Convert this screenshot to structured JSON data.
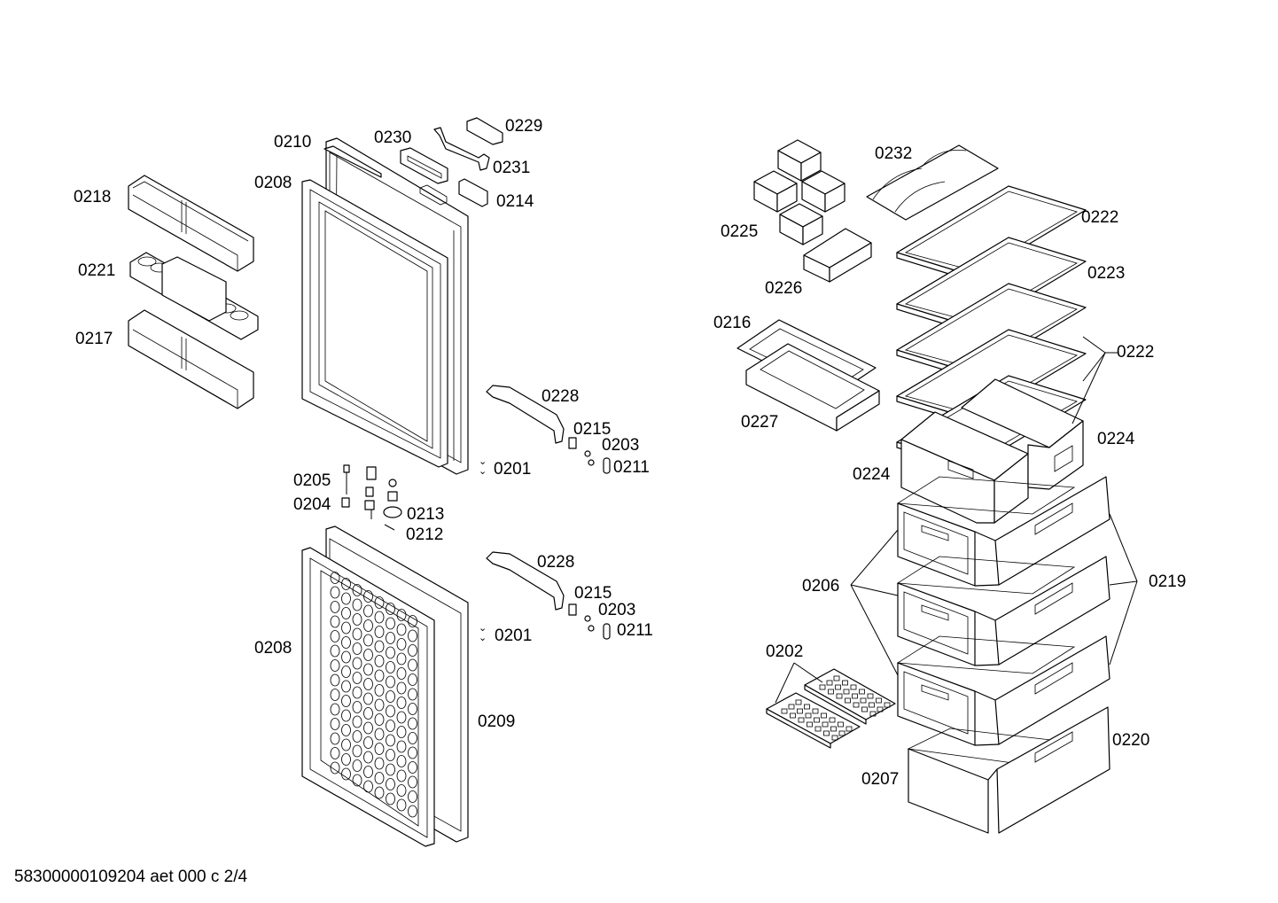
{
  "diagram": {
    "labels": {
      "p0210": "0210",
      "p0230": "0230",
      "p0229": "0229",
      "p0231": "0231",
      "p0214": "0214",
      "p0208a": "0208",
      "p0218": "0218",
      "p0221": "0221",
      "p0217": "0217",
      "p0228a": "0228",
      "p0215a": "0215",
      "p0203a": "0203",
      "p0201a": "0201",
      "p0211a": "0211",
      "p0205": "0205",
      "p0204": "0204",
      "p0213": "0213",
      "p0212": "0212",
      "p0228b": "0228",
      "p0215b": "0215",
      "p0203b": "0203",
      "p0201b": "0201",
      "p0211b": "0211",
      "p0208b": "0208",
      "p0209": "0209",
      "p0232": "0232",
      "p0225": "0225",
      "p0226": "0226",
      "p0222a": "0222",
      "p0223": "0223",
      "p0222b": "0222",
      "p0216": "0216",
      "p0227": "0227",
      "p0224a": "0224",
      "p0224b": "0224",
      "p0206": "0206",
      "p0219": "0219",
      "p0202": "0202",
      "p0220": "0220",
      "p0207": "0207"
    },
    "footer": "58300000109204 aet 000 c 2/4"
  }
}
